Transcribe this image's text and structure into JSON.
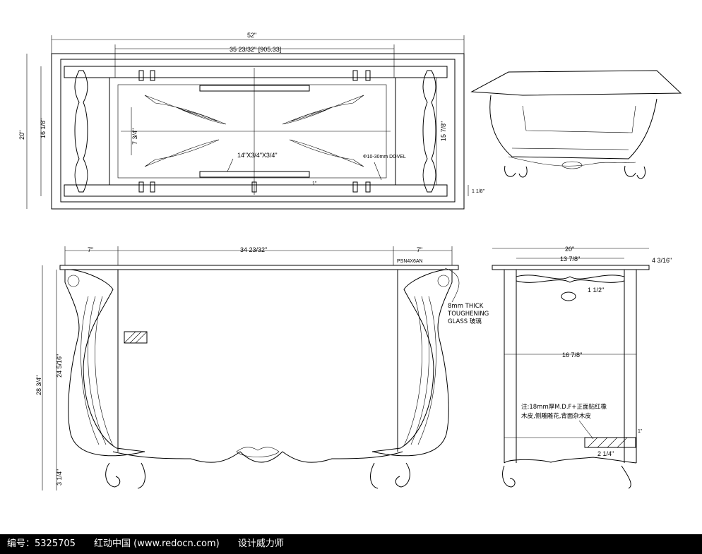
{
  "top_view": {
    "overall_width": "52\"",
    "inner_width": "35 23/32\" [905.33]",
    "overall_depth": "20\"",
    "inner_depth": "16 1/8\"",
    "right_depth": "15 7/8\"",
    "center_depth": "7 3/4\"",
    "rail_label": "14\"X3/4\"X3/4\"",
    "dowel_label": "Φ10-30mm DOVEL",
    "one_inch": "1\"",
    "edge_offset": "1 1/8\""
  },
  "front_view": {
    "left_overhang": "7\"",
    "center_span": "34 23/32\"",
    "right_overhang": "7\"",
    "total_height": "28 3/4\"",
    "leg_height": "24 5/16\"",
    "foot_height": "3 1/4\"",
    "glass_tag": "PSN4X6AN",
    "glass_note": [
      "8mm THICK",
      "TOUGHENING",
      "GLASS 玻璃"
    ]
  },
  "side_view": {
    "overall_depth": "20\"",
    "top_rail": "13 7/8\"",
    "lower_rail": "16 7/8\"",
    "top_thickness": "4 3/16\"",
    "stretcher_dia": "1 1/2\"",
    "one_inch": "1\"",
    "small_dim": "2 1/4\"",
    "material_note": [
      "注:18mm厚M.D.F+正面贴红橡",
      "木皮,侧雕雕花,背面杂木皮"
    ]
  },
  "footer": {
    "id_label": "编号：5325705",
    "site": "红动中国 (www.redocn.com)",
    "author": "设计威力师"
  }
}
